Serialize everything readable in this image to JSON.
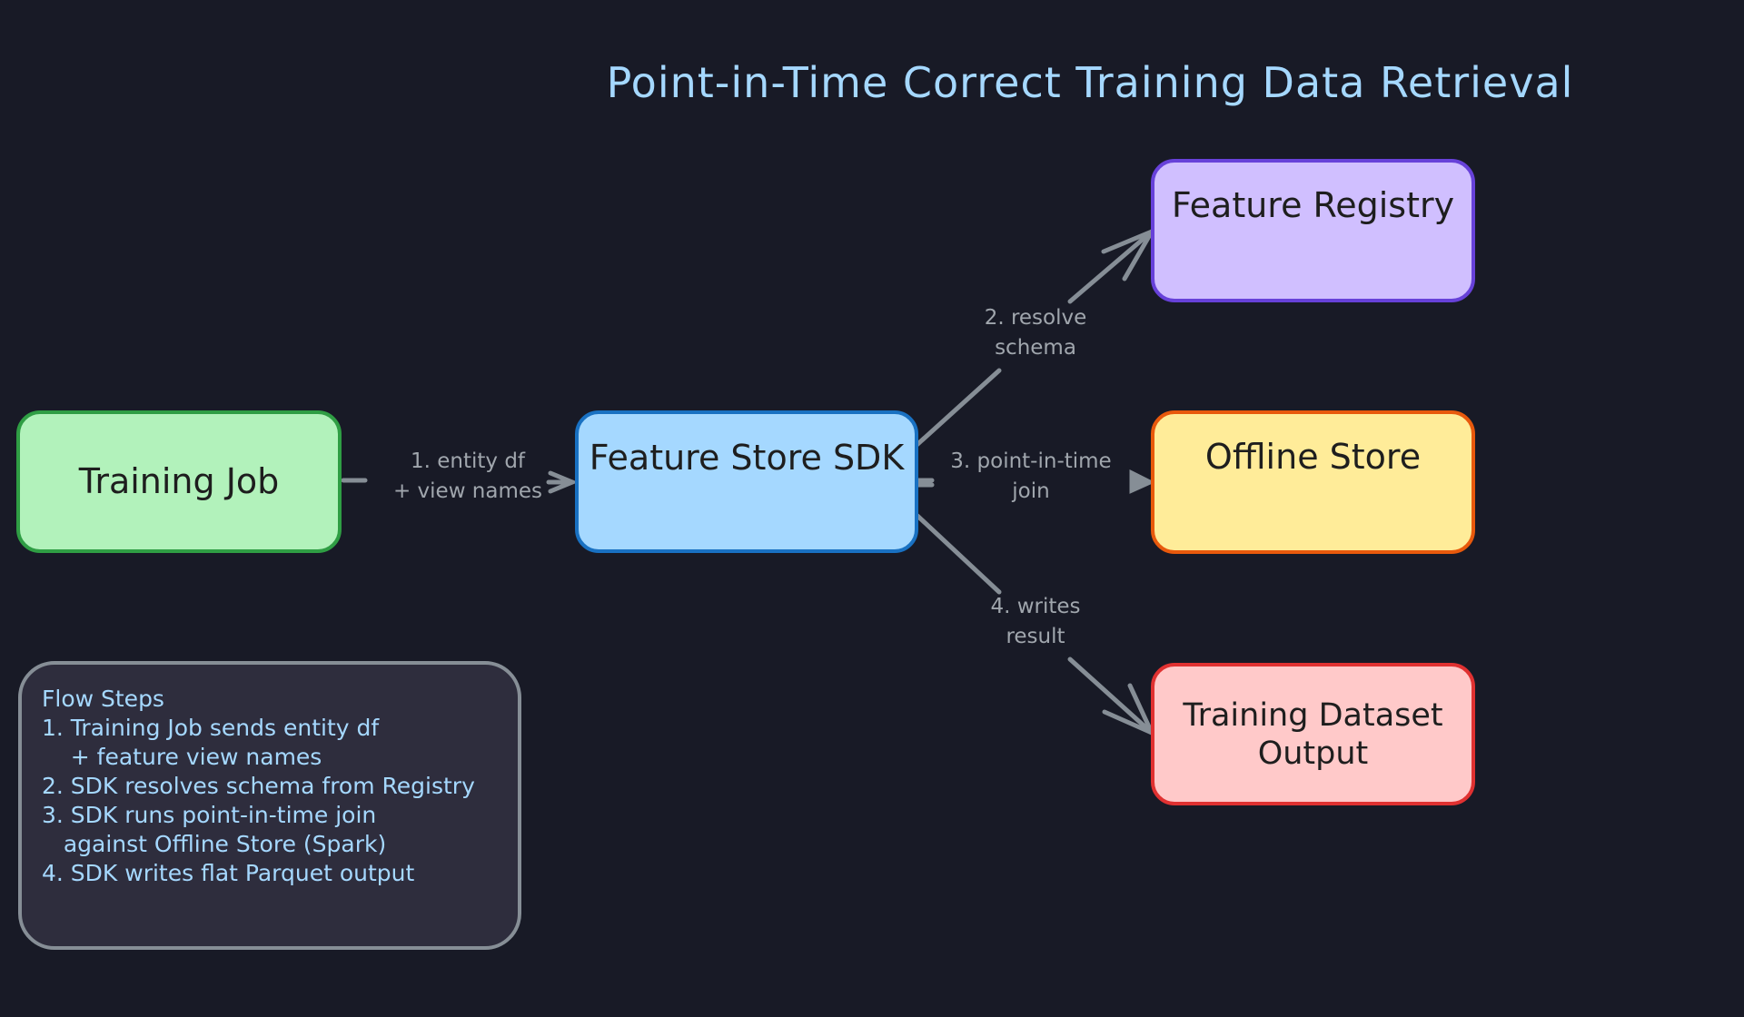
{
  "title": "Point-in-Time Correct Training Data Retrieval",
  "colors": {
    "background": "#181a26",
    "title": "#a5d8ff",
    "arrow": "#868e96",
    "edge_label": "#a0a6ad",
    "note_text": "#a5d8ff",
    "note_fill": "#2e2d3d",
    "note_stroke": "#868e96"
  },
  "nodes": {
    "training_job": {
      "label": "Training Job",
      "fill": "#b2f2bb",
      "stroke": "#2f9e44"
    },
    "sdk": {
      "label": "Feature Store SDK",
      "fill": "#a5d8ff",
      "stroke": "#1971c2"
    },
    "registry": {
      "label": "Feature Registry",
      "fill": "#d0bfff",
      "stroke": "#6741d9"
    },
    "offline_store": {
      "label": "Offline Store",
      "fill": "#ffec99",
      "stroke": "#e8590c"
    },
    "output": {
      "label_line1": "Training Dataset",
      "label_line2": "Output",
      "fill": "#ffc9c9",
      "stroke": "#e03131"
    }
  },
  "edges": [
    {
      "from": "Training Job",
      "to": "Feature Store SDK",
      "label_line1": "1. entity df",
      "label_line2": "+ view names"
    },
    {
      "from": "Feature Store SDK",
      "to": "Feature Registry",
      "label_line1": "2. resolve",
      "label_line2": "schema"
    },
    {
      "from": "Feature Store SDK",
      "to": "Offline Store",
      "label_line1": "3. point-in-time",
      "label_line2": "join"
    },
    {
      "from": "Feature Store SDK",
      "to": "Training Dataset Output",
      "label_line1": "4. writes",
      "label_line2": "result"
    }
  ],
  "note": {
    "heading": "Flow Steps",
    "lines": [
      "1. Training Job sends entity df",
      "    + feature view names",
      "2. SDK resolves schema from Registry",
      "3. SDK runs point-in-time join",
      "   against Offline Store (Spark)",
      "4. SDK writes flat Parquet output"
    ]
  }
}
